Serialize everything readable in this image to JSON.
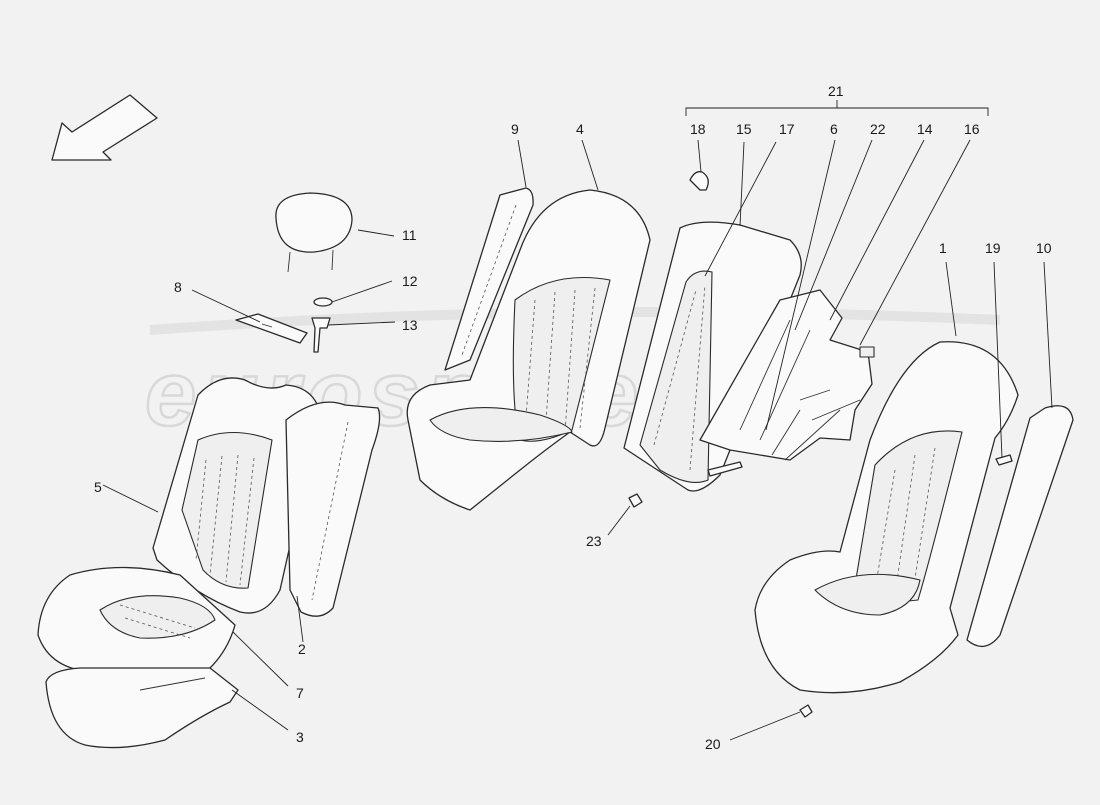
{
  "watermark": "eurospares",
  "callouts": {
    "c1": "1",
    "c2": "2",
    "c3": "3",
    "c4": "4",
    "c5": "5",
    "c6": "6",
    "c7": "7",
    "c8": "8",
    "c9": "9",
    "c10": "10",
    "c11": "11",
    "c12": "12",
    "c13": "13",
    "c14": "14",
    "c15": "15",
    "c16": "16",
    "c17": "17",
    "c18": "18",
    "c19": "19",
    "c20": "20",
    "c21": "21",
    "c22": "22",
    "c23": "23"
  },
  "icons": {
    "direction_arrow": "arrow-down-left-icon"
  }
}
